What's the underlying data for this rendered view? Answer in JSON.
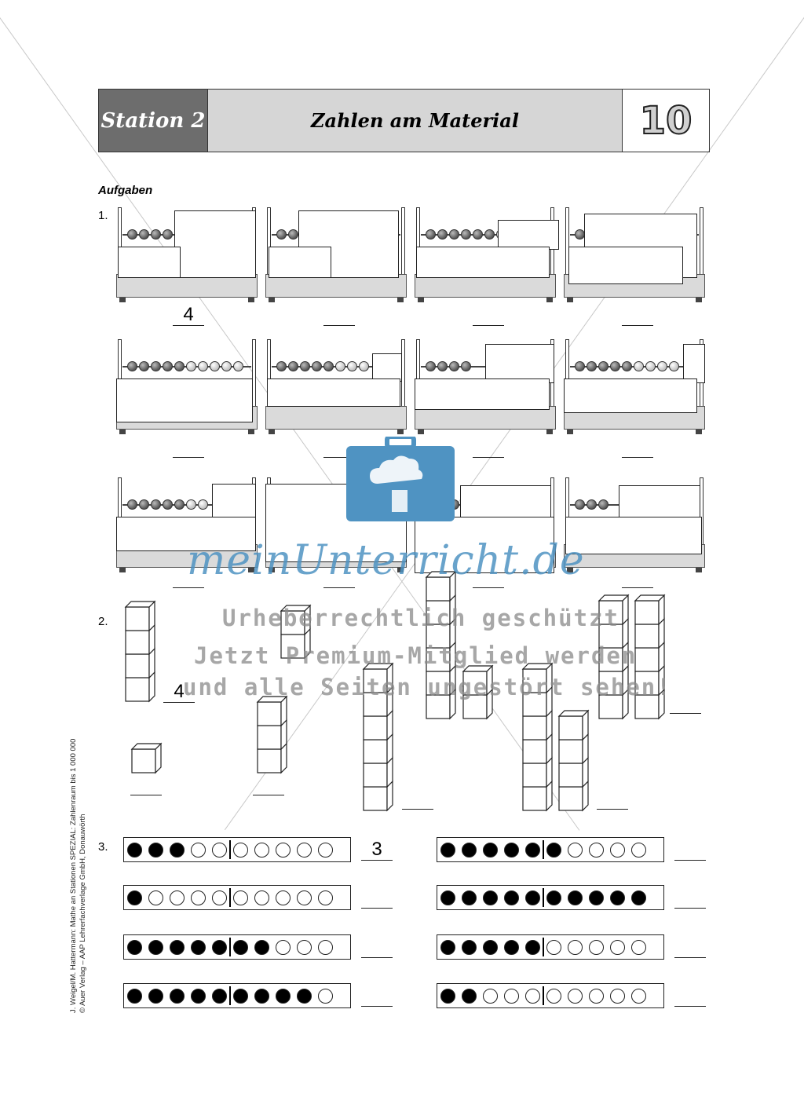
{
  "header": {
    "station": "Station 2",
    "title": "Zahlen am Material",
    "number": "10"
  },
  "section_heading": "Aufgaben",
  "task_labels": [
    "1.",
    "2.",
    "3."
  ],
  "task1": {
    "answers": [
      "4",
      "",
      "",
      "",
      "",
      "",
      "",
      "",
      "",
      "",
      "",
      ""
    ]
  },
  "task2": {
    "answers": [
      "4",
      "",
      "",
      "",
      "",
      ""
    ]
  },
  "task3": {
    "rows": [
      {
        "filled": 3,
        "answer": "3"
      },
      {
        "filled": 6,
        "answer": ""
      },
      {
        "filled": 1,
        "answer": ""
      },
      {
        "filled": 10,
        "answer": ""
      },
      {
        "filled": 7,
        "answer": ""
      },
      {
        "filled": 5,
        "answer": ""
      },
      {
        "filled": 9,
        "answer": ""
      },
      {
        "filled": 2,
        "answer": ""
      }
    ]
  },
  "watermark": {
    "brand": "meinUnterricht.de",
    "line1": "Urheberrechtlich geschützt",
    "line2": "Jetzt Premium-Mitglied werden",
    "line3": "und alle Seiten ungestört sehen!"
  },
  "footer_note": {
    "line1": "J. Weigel/M. Hattermann: Mathe an Stationen SPEZIAL: Zahlenraum bis 1 000 000",
    "line2": "© Auer Verlag – AAP Lehrerfachverlage GmbH, Donauwörth"
  },
  "colors": {
    "station_bg": "#6d6d6d",
    "title_bg": "#d6d6d6",
    "brand_blue": "#4f93c2"
  }
}
